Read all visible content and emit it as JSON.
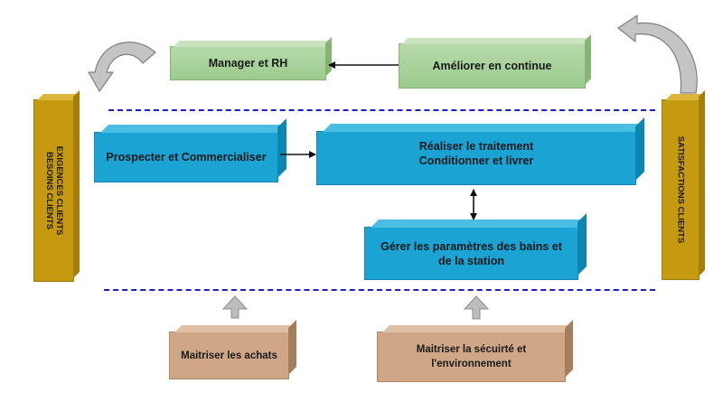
{
  "boxes": {
    "manager": "Manager et RH",
    "ameliorer": "Améliorer en continue",
    "prospecter": "Prospecter et Commercialiser",
    "realiser_line1": "Réaliser le traitement",
    "realiser_line2": "Conditionner et livrer",
    "gerer_line1": "Gérer les paramètres des bains et",
    "gerer_line2": "de la station",
    "achats": "Maitriser les achats",
    "securite_line1": "Maitriser la sécuirté et",
    "securite_line2": "l'environnement"
  },
  "pillars": {
    "left_line1": "EXIGENCES CLIENTS",
    "left_line2": "BESOINS CLIENTS",
    "right": "SATISFACTIONS CLIENTS"
  },
  "colors": {
    "management": "#9ccb8d",
    "core": "#1ba3d3",
    "support": "#cfa686",
    "pillar": "#c69a10",
    "boundary": "#1c1cd0"
  }
}
